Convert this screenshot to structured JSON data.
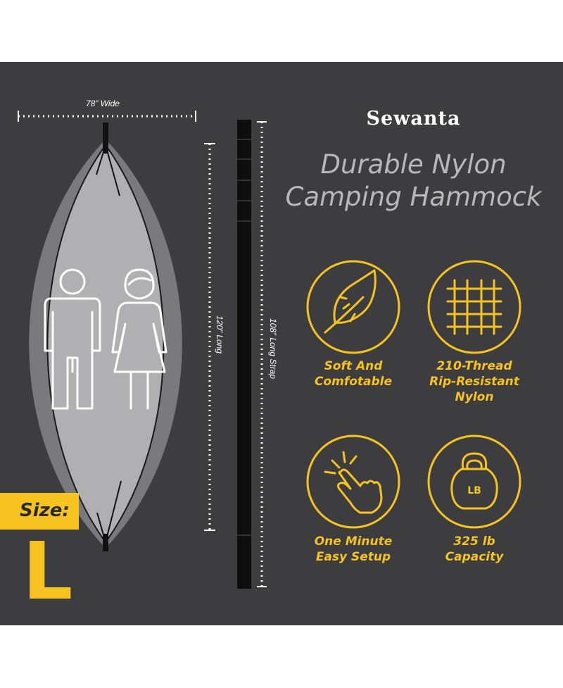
{
  "brand": {
    "name": "Sewanta"
  },
  "headline": {
    "line1": "Durable Nylon",
    "line2": "Camping Hammock"
  },
  "dimensions": {
    "width_label": "78” Wide",
    "length_label": "120” Long",
    "strap_label": "108” Long Strap"
  },
  "features": [
    {
      "icon": "feather-icon",
      "lines": [
        "Soft And",
        "Comfotable"
      ]
    },
    {
      "icon": "woven-thread-icon",
      "lines": [
        "210-Thread",
        "Rip-Resistant",
        "Nylon"
      ]
    },
    {
      "icon": "tap-hand-icon",
      "lines": [
        "One Minute",
        "Easy Setup"
      ]
    },
    {
      "icon": "kettlebell-icon",
      "icon_text": "LB",
      "lines": [
        "325 lb",
        "Capacity"
      ]
    }
  ],
  "size": {
    "label": "Size:",
    "value": "L"
  },
  "colors": {
    "background": "#3d3d3f",
    "accent": "#f6c320",
    "hammock_outer": "#7a7a7c",
    "hammock_inner": "#b0b0b2",
    "text_light": "#ffffff",
    "headline_text": "#b8b8b8"
  }
}
